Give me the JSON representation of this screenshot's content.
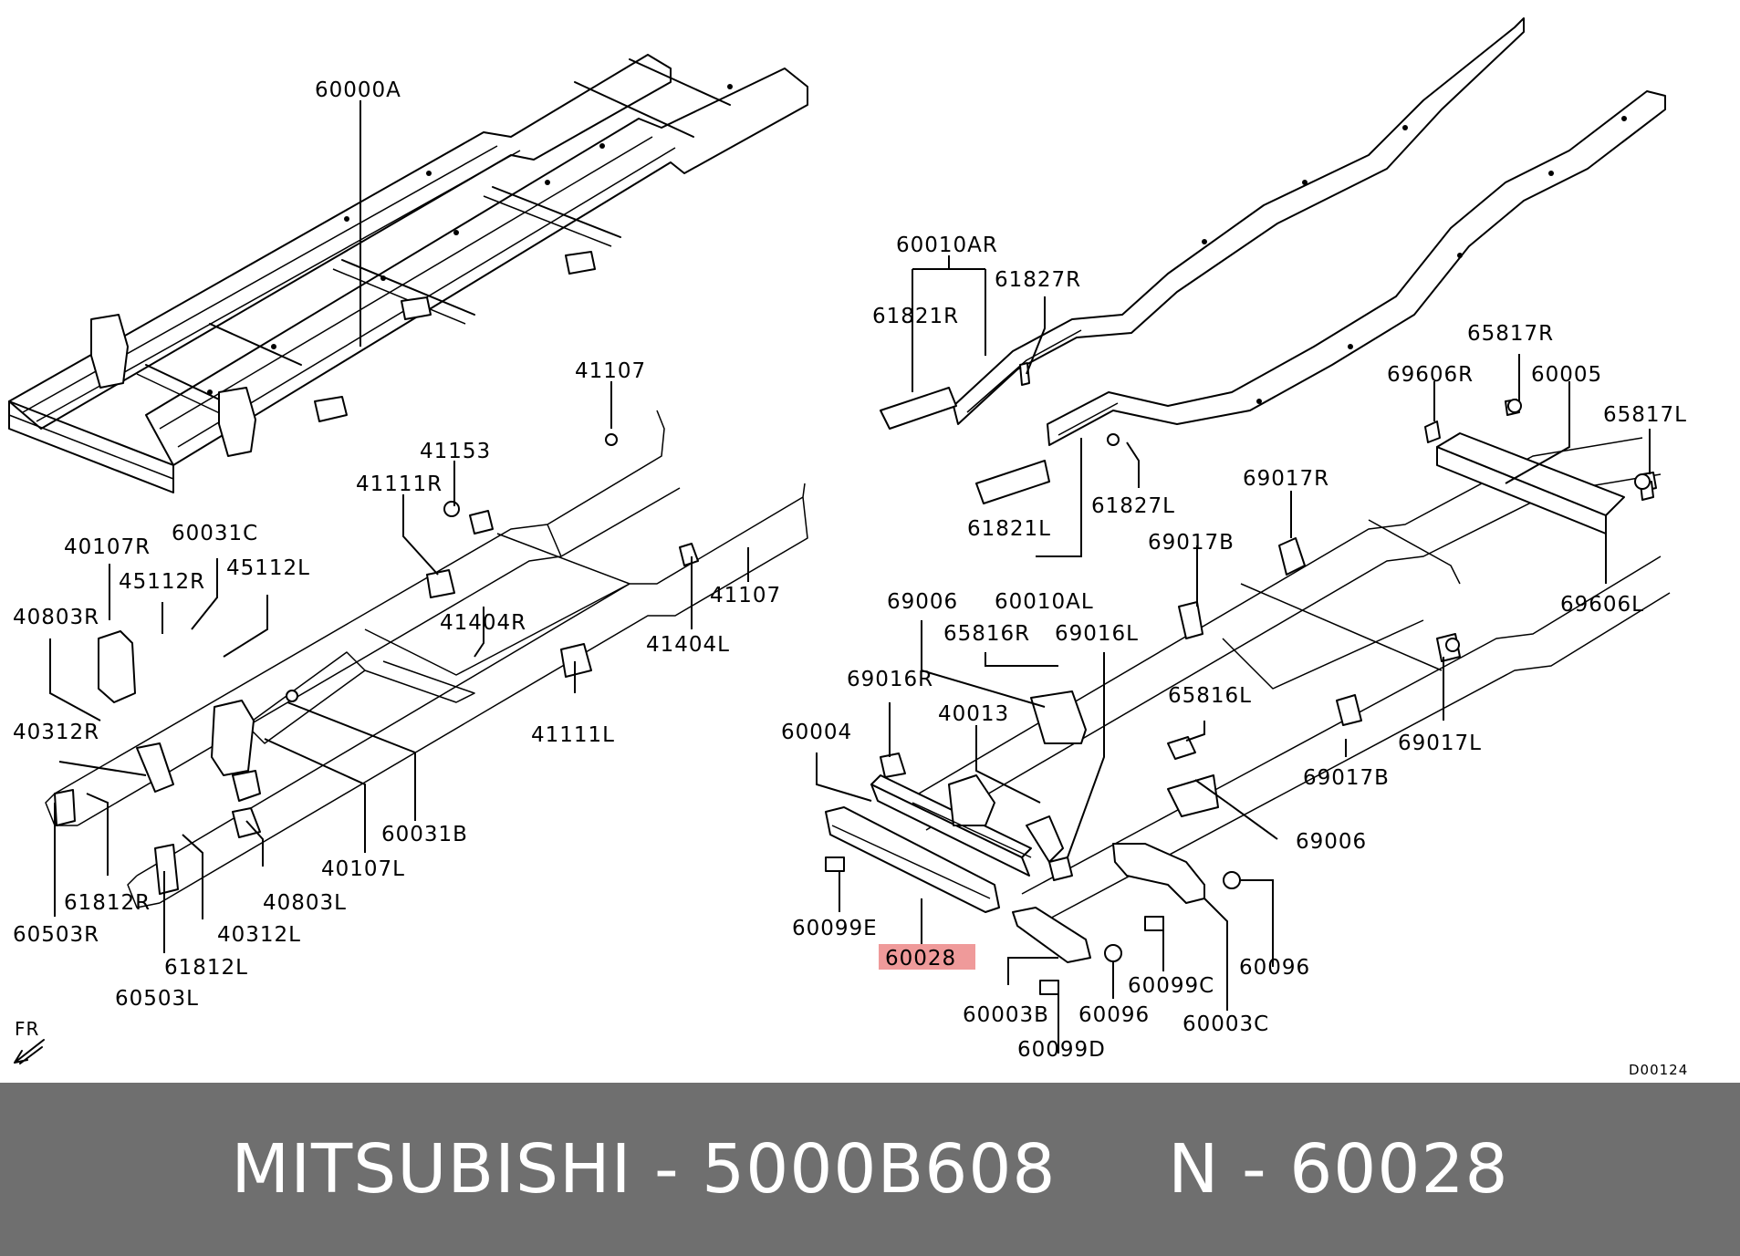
{
  "diagram": {
    "code": "D00124",
    "direction_label": "FR",
    "highlighted_part": "60028",
    "callouts": [
      {
        "id": "60000A",
        "label": "60000A"
      },
      {
        "id": "41107-top",
        "label": "41107"
      },
      {
        "id": "41153",
        "label": "41153"
      },
      {
        "id": "41111R",
        "label": "41111R"
      },
      {
        "id": "40107R",
        "label": "40107R"
      },
      {
        "id": "60031C",
        "label": "60031C"
      },
      {
        "id": "45112R",
        "label": "45112R"
      },
      {
        "id": "45112L",
        "label": "45112L"
      },
      {
        "id": "40803R",
        "label": "40803R"
      },
      {
        "id": "41404R",
        "label": "41404R"
      },
      {
        "id": "41107-mid",
        "label": "41107"
      },
      {
        "id": "41404L",
        "label": "41404L"
      },
      {
        "id": "40312R",
        "label": "40312R"
      },
      {
        "id": "41111L",
        "label": "41111L"
      },
      {
        "id": "60031B",
        "label": "60031B"
      },
      {
        "id": "40107L",
        "label": "40107L"
      },
      {
        "id": "40803L",
        "label": "40803L"
      },
      {
        "id": "61812R",
        "label": "61812R"
      },
      {
        "id": "40312L",
        "label": "40312L"
      },
      {
        "id": "60503R",
        "label": "60503R"
      },
      {
        "id": "61812L",
        "label": "61812L"
      },
      {
        "id": "60503L",
        "label": "60503L"
      },
      {
        "id": "60010AR",
        "label": "60010AR"
      },
      {
        "id": "61827R",
        "label": "61827R"
      },
      {
        "id": "61821R",
        "label": "61821R"
      },
      {
        "id": "65817R",
        "label": "65817R"
      },
      {
        "id": "69606R",
        "label": "69606R"
      },
      {
        "id": "60005",
        "label": "60005"
      },
      {
        "id": "65817L",
        "label": "65817L"
      },
      {
        "id": "61827L",
        "label": "61827L"
      },
      {
        "id": "69017R",
        "label": "69017R"
      },
      {
        "id": "61821L",
        "label": "61821L"
      },
      {
        "id": "69017B-top",
        "label": "69017B"
      },
      {
        "id": "60010AL",
        "label": "60010AL"
      },
      {
        "id": "69606L",
        "label": "69606L"
      },
      {
        "id": "69006-top",
        "label": "69006"
      },
      {
        "id": "65816R",
        "label": "65816R"
      },
      {
        "id": "69016L",
        "label": "69016L"
      },
      {
        "id": "69016R",
        "label": "69016R"
      },
      {
        "id": "40013",
        "label": "40013"
      },
      {
        "id": "65816L",
        "label": "65816L"
      },
      {
        "id": "69017L",
        "label": "69017L"
      },
      {
        "id": "60004",
        "label": "60004"
      },
      {
        "id": "69017B-bot",
        "label": "69017B"
      },
      {
        "id": "69006-bot",
        "label": "69006"
      },
      {
        "id": "60099E",
        "label": "60099E"
      },
      {
        "id": "60028",
        "label": "60028"
      },
      {
        "id": "60096-right",
        "label": "60096"
      },
      {
        "id": "60099C",
        "label": "60099C"
      },
      {
        "id": "60003B",
        "label": "60003B"
      },
      {
        "id": "60096-mid",
        "label": "60096"
      },
      {
        "id": "60003C",
        "label": "60003C"
      },
      {
        "id": "60099D",
        "label": "60099D"
      }
    ]
  },
  "footer": {
    "title": "MITSUBISHI - 5000B608     N - 60028",
    "background": "#6f6f6f",
    "text_color": "#ffffff",
    "highlight_color": "#ef9a9a"
  }
}
